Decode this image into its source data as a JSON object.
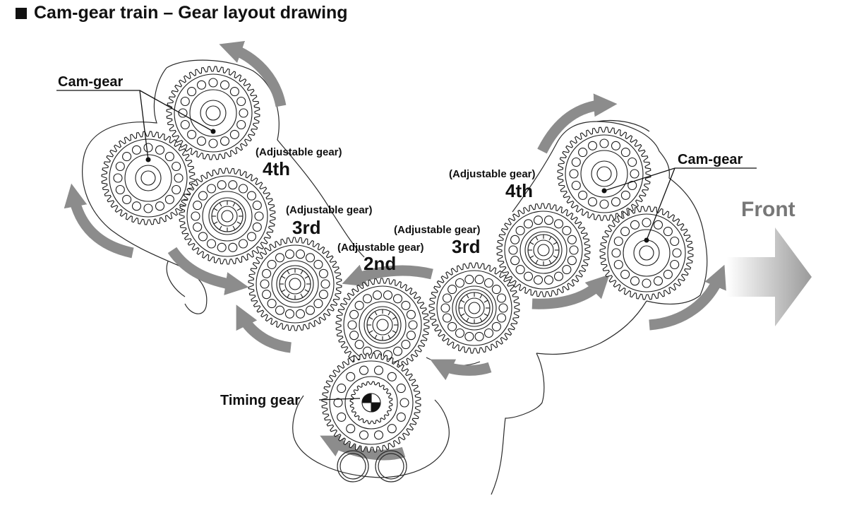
{
  "title": "Cam-gear train – Gear layout drawing",
  "labels": {
    "cam_gear_left": "Cam-gear",
    "cam_gear_right": "Cam-gear",
    "adjustable": "(Adjustable gear)",
    "left_4th": "4th",
    "left_3rd": "3rd",
    "center_2nd": "2nd",
    "right_3rd": "3rd",
    "right_4th": "4th",
    "timing_gear": "Timing gear",
    "front": "Front"
  },
  "colors": {
    "line": "#1a1a1a",
    "arrow": "#8c8c8c",
    "front_arrow": "#a8a8a8",
    "front_text": "#777777"
  }
}
